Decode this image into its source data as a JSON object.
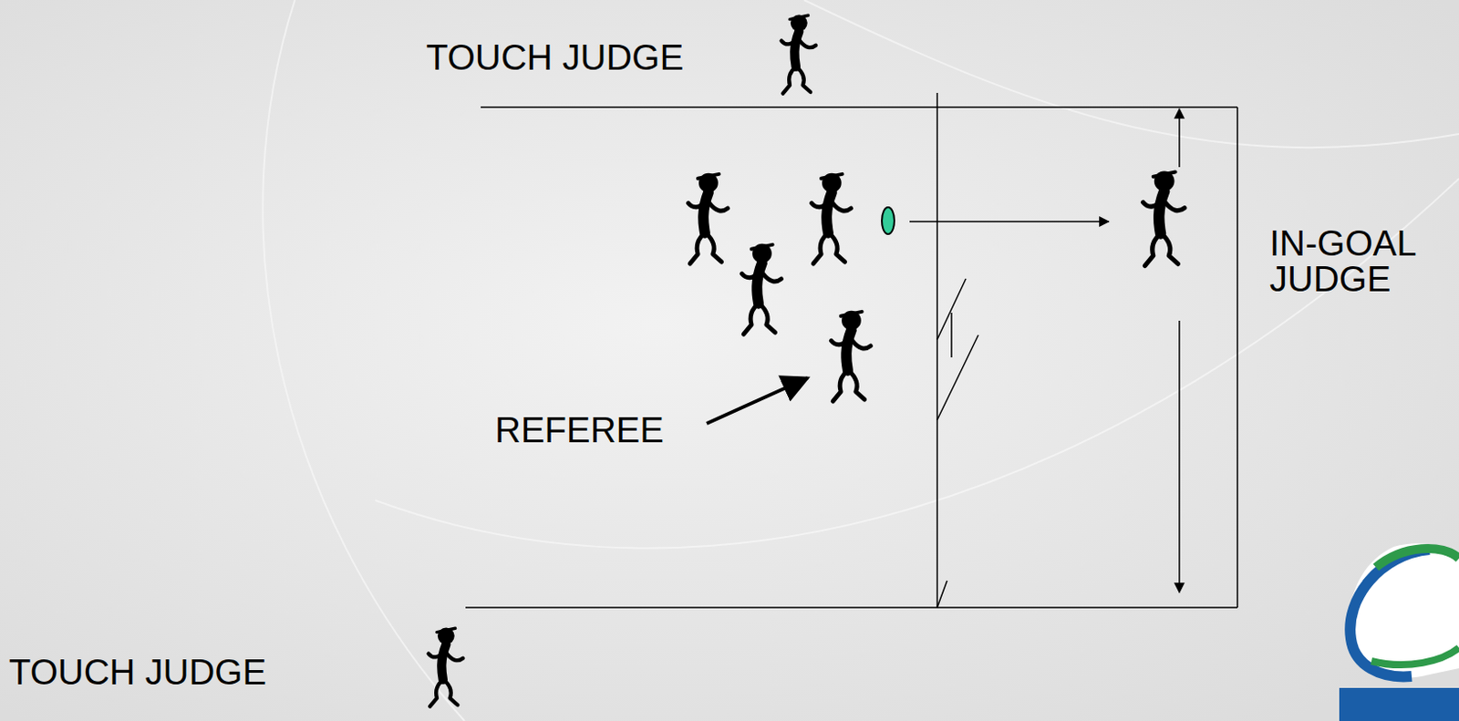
{
  "diagram": {
    "labels": [
      "TOUCH JUDGE",
      "IN-GOAL JUDGE",
      "REFEREE",
      "TOUCH JUDGE"
    ]
  }
}
